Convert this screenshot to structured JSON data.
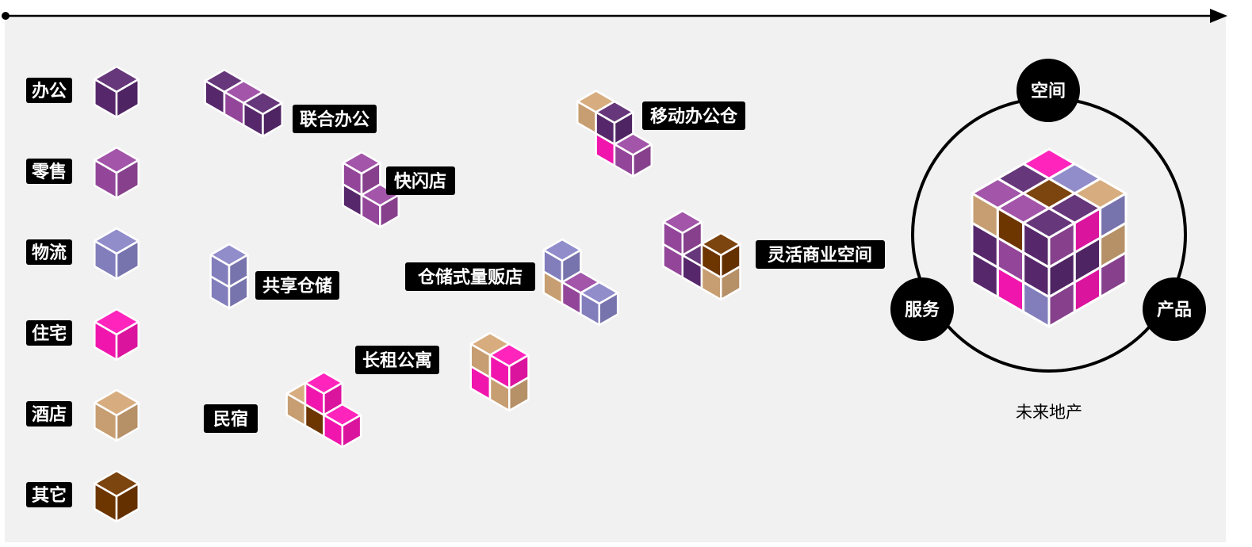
{
  "colors": {
    "office": "#5c2a72",
    "retail": "#9c4aa3",
    "logistics": "#8a86c8",
    "residence": "#ff17b8",
    "hotel": "#d4a878",
    "other": "#743800",
    "panel": "#f1f1f1"
  },
  "legend": [
    {
      "label": "办公",
      "color_key": "office"
    },
    {
      "label": "零售",
      "color_key": "retail"
    },
    {
      "label": "物流",
      "color_key": "logistics"
    },
    {
      "label": "住宅",
      "color_key": "residence"
    },
    {
      "label": "酒店",
      "color_key": "hotel"
    },
    {
      "label": "其它",
      "color_key": "other"
    }
  ],
  "formats": {
    "cowork": "联合办公",
    "popup": "快闪店",
    "shared_storage": "共享仓储",
    "homestay": "民宿",
    "long_rent": "长租公寓",
    "warehouse_store": "仓储式量贩店",
    "mobile_office": "移动办公仓",
    "flex_commercial": "灵活商业空间"
  },
  "future": {
    "caption": "未来地产",
    "nodes": {
      "top": "空间",
      "left": "服务",
      "right": "产品"
    }
  }
}
